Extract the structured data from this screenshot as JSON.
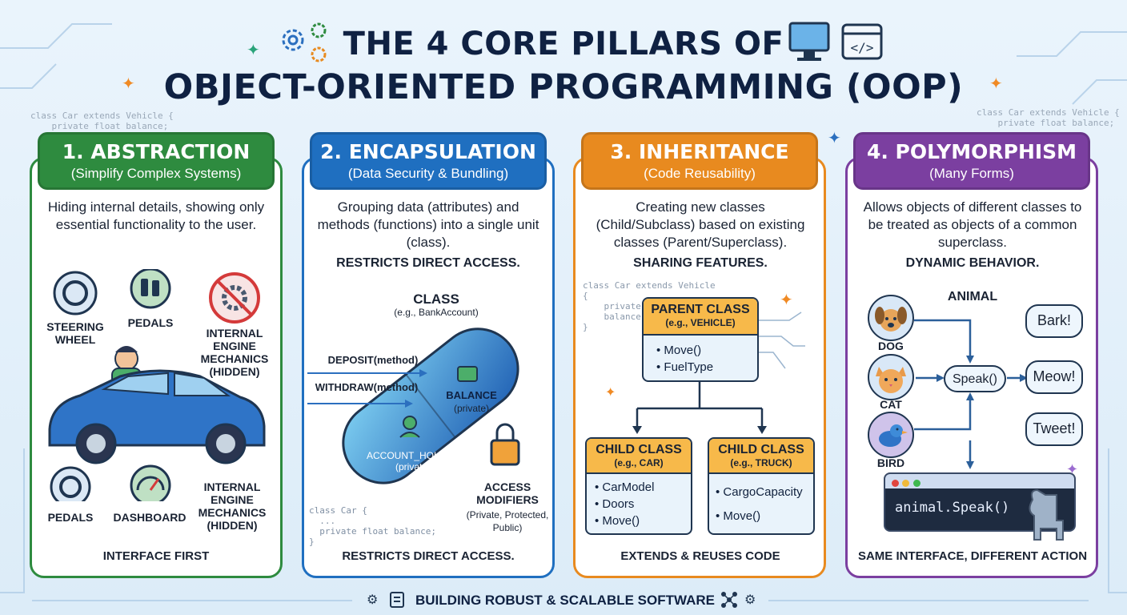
{
  "title": {
    "line1": "THE 4 CORE PILLARS OF",
    "line2": "OBJECT-ORIENTED PROGRAMMING (OOP)"
  },
  "bg_code": {
    "left": "class Car extends Vehicle {\n    private float balance;",
    "right": "class Car extends Vehicle {\n    private float balance;"
  },
  "colors": {
    "abstraction": "#2e8b3f",
    "encapsulation": "#1f6fc0",
    "inheritance": "#e88a1f",
    "polymorphism": "#7b3fa0"
  },
  "pillars": [
    {
      "title": "1. ABSTRACTION",
      "subtitle": "(Simplify Complex Systems)",
      "description": "Hiding internal details, showing only essential functionality to the user.",
      "labels": {
        "steering": "STEERING WHEEL",
        "pedals_top": "PEDALS",
        "internal_top": "INTERNAL ENGINE MECHANICS (HIDDEN)",
        "pedals_bottom": "PEDALS",
        "dashboard": "DASHBOARD",
        "internal_bottom": "INTERNAL ENGINE MECHANICS (HIDDEN)"
      },
      "footer": "INTERFACE FIRST"
    },
    {
      "title": "2. ENCAPSULATION",
      "subtitle": "(Data Security & Bundling)",
      "description": "Grouping data (attributes) and methods (functions) into a single unit (class).",
      "emphasis": "RESTRICTS DIRECT ACCESS.",
      "class_label": "CLASS",
      "class_example": "(e.g., BankAccount)",
      "deposit": "DEPOSIT(method)",
      "withdraw": "WITHDRAW(method)",
      "balance": "BALANCE",
      "balance_private": "(private)",
      "account_holder": "ACCOUNT_HOLDER",
      "account_private": "(private)",
      "access_title": "ACCESS MODIFIERS",
      "access_list": "(Private, Protected, Public)",
      "code": "class Car {\n  ...\n  private float balance;\n}",
      "footer": "RESTRICTS DIRECT ACCESS."
    },
    {
      "title": "3. INHERITANCE",
      "subtitle": "(Code Reusability)",
      "description": "Creating new classes (Child/Subclass) based on existing classes (Parent/Superclass).",
      "emphasis": "SHARING FEATURES.",
      "code": "class Car extends Vehicle\n{\n    private\n    balance;\n}",
      "parent": {
        "title": "PARENT CLASS",
        "example": "(e.g., VEHICLE)",
        "items": [
          "• Move()",
          "• FuelType"
        ]
      },
      "child1": {
        "title": "CHILD CLASS",
        "example": "(e.g., CAR)",
        "items": [
          "• CarModel",
          "• Doors",
          "• Move()"
        ]
      },
      "child2": {
        "title": "CHILD CLASS",
        "example": "(e.g., TRUCK)",
        "items": [
          "• CargoCapacity",
          "• Move()"
        ]
      },
      "footer": "EXTENDS & REUSES CODE"
    },
    {
      "title": "4. POLYMORPHISM",
      "subtitle": "(Many Forms)",
      "description": "Allows objects of different classes to be treated as objects of a common superclass.",
      "emphasis": "DYNAMIC BEHAVIOR.",
      "animal": "ANIMAL",
      "dog": "DOG",
      "cat": "CAT",
      "bird": "BIRD",
      "speak": "Speak()",
      "bark": "Bark!",
      "meow": "Meow!",
      "tweet": "Tweet!",
      "code": "animal.Speak()",
      "footer": "SAME INTERFACE, DIFFERENT ACTION"
    }
  ],
  "footer": "BUILDING ROBUST & SCALABLE SOFTWARE"
}
